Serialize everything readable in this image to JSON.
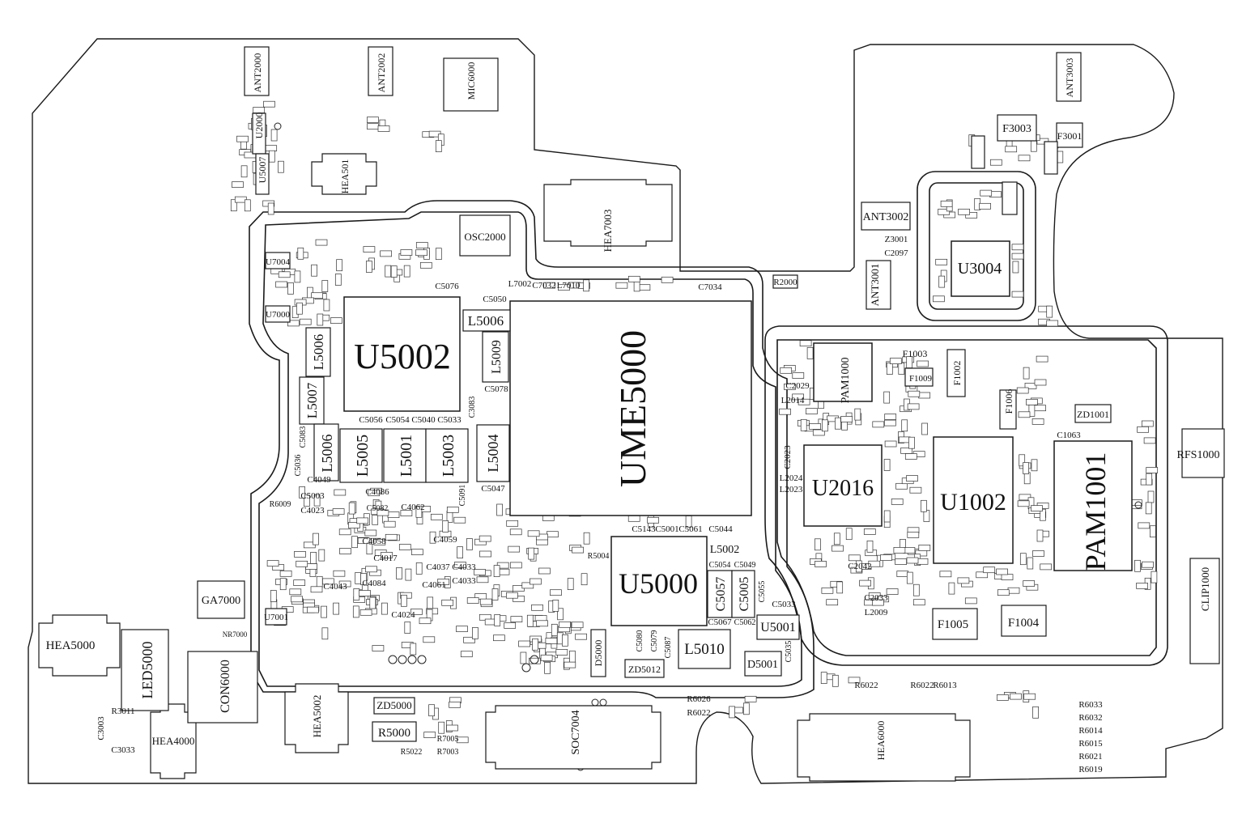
{
  "board": {
    "outline_color": "#1a1a1a",
    "background": "#ffffff"
  },
  "components": [
    {
      "id": "ume5000",
      "label": "UME5000"
    },
    {
      "id": "u5002",
      "label": "U5002"
    },
    {
      "id": "u5000",
      "label": "U5000"
    },
    {
      "id": "u2016",
      "label": "U2016"
    },
    {
      "id": "u1002",
      "label": "U1002"
    },
    {
      "id": "u3004",
      "label": "U3004"
    },
    {
      "id": "pam1001",
      "label": "PAM1001"
    },
    {
      "id": "pam1000",
      "label": "PAM1000"
    },
    {
      "id": "hea7003",
      "label": "HEA7003"
    },
    {
      "id": "hea501",
      "label": "HEA501"
    },
    {
      "id": "hea5000",
      "label": "HEA5000"
    },
    {
      "id": "hea5002",
      "label": "HEA5002"
    },
    {
      "id": "hea4000",
      "label": "HEA4000"
    },
    {
      "id": "hea6000",
      "label": "HEA6000"
    },
    {
      "id": "soc7004",
      "label": "SOC7004"
    },
    {
      "id": "led5000",
      "label": "LED5000"
    },
    {
      "id": "con6000",
      "label": "CON6000"
    },
    {
      "id": "ga7000",
      "label": "GA7000"
    },
    {
      "id": "rfs1000",
      "label": "RFS1000"
    },
    {
      "id": "clip1000",
      "label": "CLIP1000"
    },
    {
      "id": "osc2000",
      "label": "OSC2000"
    },
    {
      "id": "mic6000",
      "label": "MIC6000"
    },
    {
      "id": "ant2000",
      "label": "ANT2000"
    },
    {
      "id": "ant2002",
      "label": "ANT2002"
    },
    {
      "id": "ant3002",
      "label": "ANT3002"
    },
    {
      "id": "ant3001",
      "label": "ANT3001"
    },
    {
      "id": "ant3003",
      "label": "ANT3003"
    },
    {
      "id": "f3003",
      "label": "F3003"
    },
    {
      "id": "f3001",
      "label": "F3001"
    },
    {
      "id": "f1005",
      "label": "F1005"
    },
    {
      "id": "f1004",
      "label": "F1004"
    },
    {
      "id": "f1003",
      "label": "F1003"
    },
    {
      "id": "f1002",
      "label": "F1002"
    },
    {
      "id": "f1006",
      "label": "F1006"
    },
    {
      "id": "f1009",
      "label": "F1009"
    },
    {
      "id": "zd1001",
      "label": "ZD1001"
    },
    {
      "id": "l5006a",
      "label": "L5006"
    },
    {
      "id": "l5006b",
      "label": "L5006"
    },
    {
      "id": "l5006c",
      "label": "L5006"
    },
    {
      "id": "l5007",
      "label": "L5007"
    },
    {
      "id": "l5005",
      "label": "L5005"
    },
    {
      "id": "l5001",
      "label": "L5001"
    },
    {
      "id": "l5003",
      "label": "L5003"
    },
    {
      "id": "l5004",
      "label": "L5004"
    },
    {
      "id": "l5009",
      "label": "L5009"
    },
    {
      "id": "l5010",
      "label": "L5010"
    },
    {
      "id": "l5002",
      "label": "L5002"
    },
    {
      "id": "c5057",
      "label": "C5057"
    },
    {
      "id": "c5005",
      "label": "C5005"
    },
    {
      "id": "u5001",
      "label": "U5001"
    },
    {
      "id": "d5001",
      "label": "D5001"
    },
    {
      "id": "d5000",
      "label": "D5000"
    },
    {
      "id": "zd5012",
      "label": "ZD5012"
    },
    {
      "id": "zd5000",
      "label": "ZD5000"
    },
    {
      "id": "r5000",
      "label": "R5000"
    },
    {
      "id": "r2000",
      "label": "R2000"
    },
    {
      "id": "u7004",
      "label": "U7004"
    },
    {
      "id": "u7000",
      "label": "U7000"
    },
    {
      "id": "u7001",
      "label": "U7001"
    },
    {
      "id": "u2000",
      "label": "U2000"
    },
    {
      "id": "u5007",
      "label": "U5007"
    },
    {
      "id": "c5076",
      "label": "C5076"
    },
    {
      "id": "c5050",
      "label": "C5050"
    },
    {
      "id": "c5047",
      "label": "C5047"
    },
    {
      "id": "c5044",
      "label": "C5044"
    },
    {
      "id": "c5033",
      "label": "C5033"
    },
    {
      "id": "c5078",
      "label": "C5078"
    },
    {
      "id": "c7034",
      "label": "C7034"
    },
    {
      "id": "c7032",
      "label": "C7032"
    },
    {
      "id": "l7002",
      "label": "L7002"
    },
    {
      "id": "l7010",
      "label": "L7010"
    },
    {
      "id": "c5056",
      "label": "C5056"
    },
    {
      "id": "c5054",
      "label": "C5054"
    },
    {
      "id": "c5040",
      "label": "C5040"
    },
    {
      "id": "c5033b",
      "label": "C5033"
    },
    {
      "id": "c5143",
      "label": "C5143"
    },
    {
      "id": "c5001",
      "label": "C5001"
    },
    {
      "id": "c5061",
      "label": "C5061"
    },
    {
      "id": "c5067",
      "label": "C5067"
    },
    {
      "id": "c4049",
      "label": "C4049"
    },
    {
      "id": "c5003",
      "label": "C5003"
    },
    {
      "id": "c4023",
      "label": "C4023"
    },
    {
      "id": "c4086",
      "label": "C4086"
    },
    {
      "id": "c4062",
      "label": "C4062"
    },
    {
      "id": "c4059",
      "label": "C4059"
    },
    {
      "id": "c4058",
      "label": "C4058"
    },
    {
      "id": "c4017",
      "label": "C4017"
    },
    {
      "id": "c4037",
      "label": "C4037"
    },
    {
      "id": "c4033",
      "label": "C4033"
    },
    {
      "id": "c4033b",
      "label": "C4033"
    },
    {
      "id": "c4061",
      "label": "C4061"
    },
    {
      "id": "c4084",
      "label": "C4084"
    },
    {
      "id": "c4043",
      "label": "C4043"
    },
    {
      "id": "c4024",
      "label": "C4024"
    },
    {
      "id": "c2029",
      "label": "C2029"
    },
    {
      "id": "l2014",
      "label": "L2014"
    },
    {
      "id": "c2023",
      "label": "C2023"
    },
    {
      "id": "l2024",
      "label": "L2024"
    },
    {
      "id": "l2023",
      "label": "L2023"
    },
    {
      "id": "c2042",
      "label": "C2042"
    },
    {
      "id": "c2033",
      "label": "C2033"
    },
    {
      "id": "l2009",
      "label": "L2009"
    },
    {
      "id": "c1063",
      "label": "C1063"
    },
    {
      "id": "z3001",
      "label": "Z3001"
    },
    {
      "id": "c2097",
      "label": "C2097"
    },
    {
      "id": "r6022a",
      "label": "R6022"
    },
    {
      "id": "r6022b",
      "label": "R6022"
    },
    {
      "id": "r6013",
      "label": "R6013"
    },
    {
      "id": "r6026",
      "label": "R6026"
    },
    {
      "id": "r6022c",
      "label": "R6022"
    },
    {
      "id": "r6009",
      "label": "R6009"
    },
    {
      "id": "r3011",
      "label": "R3011"
    },
    {
      "id": "c3033",
      "label": "C3033"
    },
    {
      "id": "c3003",
      "label": "C3003"
    },
    {
      "id": "r5004",
      "label": "R5004"
    },
    {
      "id": "r6033",
      "label": "R6033"
    },
    {
      "id": "r6032",
      "label": "R6032"
    },
    {
      "id": "r6014",
      "label": "R6014"
    },
    {
      "id": "r6015",
      "label": "R6015"
    },
    {
      "id": "r6021",
      "label": "R6021"
    },
    {
      "id": "r6019",
      "label": "R6019"
    },
    {
      "id": "c5080",
      "label": "C5080"
    },
    {
      "id": "c5079",
      "label": "C5079"
    },
    {
      "id": "c5087",
      "label": "C5087"
    },
    {
      "id": "c5062",
      "label": "C5062"
    },
    {
      "id": "c5055",
      "label": "C5055"
    },
    {
      "id": "c5035",
      "label": "C5035"
    },
    {
      "id": "c5049",
      "label": "C5049"
    },
    {
      "id": "c5054b",
      "label": "C5054"
    },
    {
      "id": "nr7000",
      "label": "NR7000"
    },
    {
      "id": "r5022",
      "label": "R5022"
    },
    {
      "id": "r7005",
      "label": "R7005"
    },
    {
      "id": "r7003",
      "label": "R7003"
    },
    {
      "id": "osc_c5082",
      "label": "C5082"
    },
    {
      "id": "c5091",
      "label": "C5091"
    },
    {
      "id": "c3083",
      "label": "C3083"
    },
    {
      "id": "c5083",
      "label": "C5083"
    },
    {
      "id": "c5036",
      "label": "C5036"
    }
  ]
}
